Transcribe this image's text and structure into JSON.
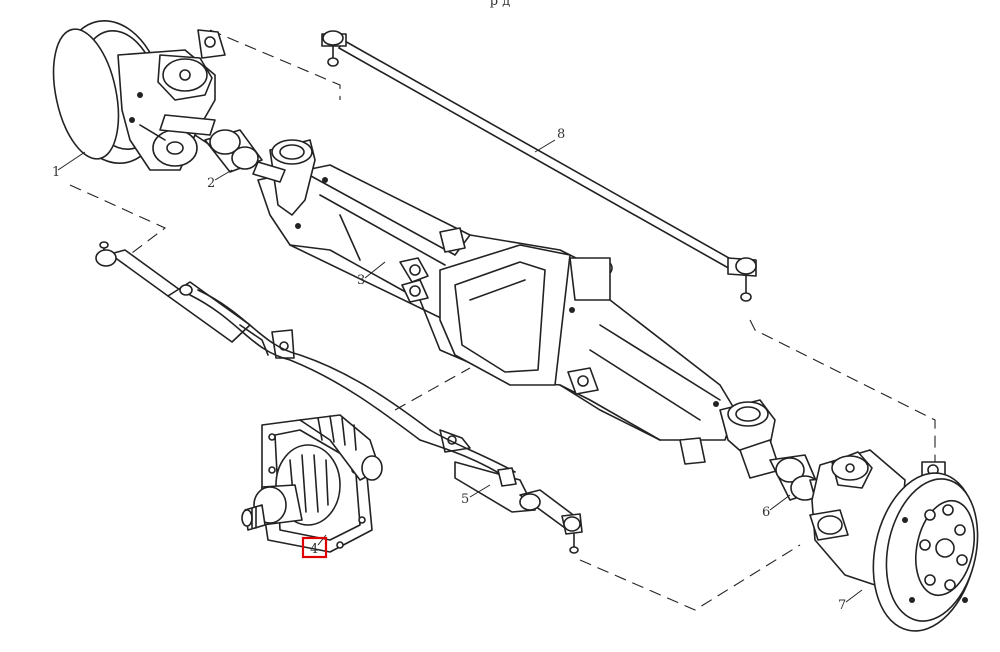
{
  "header_fragment": "р д",
  "parts": [
    {
      "id": "part-1",
      "number": "1"
    },
    {
      "id": "part-2",
      "number": "2"
    },
    {
      "id": "part-3",
      "number": "3"
    },
    {
      "id": "part-4",
      "number": "4"
    },
    {
      "id": "part-5",
      "number": "5"
    },
    {
      "id": "part-6",
      "number": "6"
    },
    {
      "id": "part-7",
      "number": "7"
    },
    {
      "id": "part-8",
      "number": "8"
    }
  ],
  "highlight": {
    "part": "4",
    "color": "#e00000"
  }
}
